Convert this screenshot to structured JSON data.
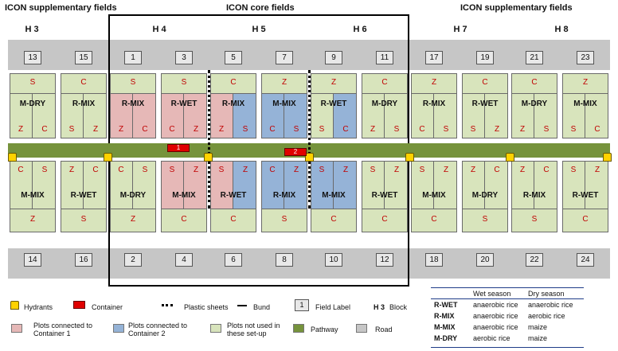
{
  "headers": {
    "left": "ICON supplementary fields",
    "center": "ICON core fields",
    "right": "ICON supplementary fields"
  },
  "blocks": [
    "H 3",
    "H 4",
    "H 5",
    "H 6",
    "H 7",
    "H 8"
  ],
  "fields_top": [
    "13",
    "15",
    "1",
    "3",
    "5",
    "7",
    "9",
    "11",
    "17",
    "19",
    "21",
    "23"
  ],
  "fields_bottom": [
    "14",
    "16",
    "2",
    "4",
    "6",
    "8",
    "10",
    "12",
    "18",
    "20",
    "22",
    "24"
  ],
  "plots_top": [
    {
      "field": "13",
      "treatment": "M-DRY",
      "top": "S",
      "bl": "Z",
      "br": "C",
      "left": "g",
      "right": "g"
    },
    {
      "field": "15",
      "treatment": "R-MIX",
      "top": "C",
      "bl": "S",
      "br": "Z",
      "left": "g",
      "right": "g"
    },
    {
      "field": "1",
      "treatment": "R-MIX",
      "top": "S",
      "bl": "Z",
      "br": "C",
      "left": "p",
      "right": "p"
    },
    {
      "field": "3",
      "treatment": "R-WET",
      "top": "S",
      "bl": "C",
      "br": "Z",
      "left": "p",
      "right": "p"
    },
    {
      "field": "5",
      "treatment": "R-MIX",
      "top": "C",
      "bl": "Z",
      "br": "S",
      "left": "p",
      "right": "b"
    },
    {
      "field": "7",
      "treatment": "M-MIX",
      "top": "Z",
      "bl": "C",
      "br": "S",
      "left": "b",
      "right": "b"
    },
    {
      "field": "9",
      "treatment": "R-WET",
      "top": "Z",
      "bl": "S",
      "br": "C",
      "left": "g",
      "right": "b"
    },
    {
      "field": "11",
      "treatment": "M-DRY",
      "top": "C",
      "bl": "Z",
      "br": "S",
      "left": "g",
      "right": "g"
    },
    {
      "field": "17",
      "treatment": "R-MIX",
      "top": "Z",
      "bl": "C",
      "br": "S",
      "left": "g",
      "right": "g"
    },
    {
      "field": "19",
      "treatment": "R-WET",
      "top": "C",
      "bl": "S",
      "br": "Z",
      "left": "g",
      "right": "g"
    },
    {
      "field": "21",
      "treatment": "M-DRY",
      "top": "C",
      "bl": "Z",
      "br": "S",
      "left": "g",
      "right": "g"
    },
    {
      "field": "23",
      "treatment": "M-MIX",
      "top": "Z",
      "bl": "S",
      "br": "C",
      "left": "g",
      "right": "g"
    }
  ],
  "plots_bottom": [
    {
      "field": "14",
      "treatment": "M-MIX",
      "tl": "C",
      "tr": "S",
      "bottom": "Z",
      "left": "g",
      "right": "g"
    },
    {
      "field": "16",
      "treatment": "R-WET",
      "tl": "Z",
      "tr": "C",
      "bottom": "S",
      "left": "g",
      "right": "g"
    },
    {
      "field": "2",
      "treatment": "M-DRY",
      "tl": "C",
      "tr": "S",
      "bottom": "Z",
      "left": "g",
      "right": "g"
    },
    {
      "field": "4",
      "treatment": "M-MIX",
      "tl": "S",
      "tr": "Z",
      "bottom": "C",
      "left": "p",
      "right": "p"
    },
    {
      "field": "6",
      "treatment": "R-WET",
      "tl": "S",
      "tr": "Z",
      "bottom": "C",
      "left": "p",
      "right": "b"
    },
    {
      "field": "8",
      "treatment": "R-MIX",
      "tl": "C",
      "tr": "Z",
      "bottom": "S",
      "left": "b",
      "right": "b"
    },
    {
      "field": "10",
      "treatment": "M-MIX",
      "tl": "S",
      "tr": "Z",
      "bottom": "C",
      "left": "b",
      "right": "b"
    },
    {
      "field": "12",
      "treatment": "R-WET",
      "tl": "S",
      "tr": "Z",
      "bottom": "C",
      "left": "g",
      "right": "g"
    },
    {
      "field": "18",
      "treatment": "M-MIX",
      "tl": "S",
      "tr": "Z",
      "bottom": "C",
      "left": "g",
      "right": "g"
    },
    {
      "field": "20",
      "treatment": "M-DRY",
      "tl": "Z",
      "tr": "C",
      "bottom": "S",
      "left": "g",
      "right": "g"
    },
    {
      "field": "22",
      "treatment": "R-MIX",
      "tl": "Z",
      "tr": "C",
      "bottom": "S",
      "left": "g",
      "right": "g"
    },
    {
      "field": "24",
      "treatment": "R-WET",
      "tl": "S",
      "tr": "Z",
      "bottom": "C",
      "left": "g",
      "right": "g"
    }
  ],
  "containers": [
    "1",
    "2"
  ],
  "colors": {
    "unused": "#d8e4bc",
    "container1": "#e6b8b7",
    "container2": "#95b3d7",
    "pathway": "#76933c",
    "road": "#c6c6c6",
    "letters": "#c00000"
  },
  "legend": {
    "hydrants": "Hydrants",
    "container": "Container",
    "plastic_sheets": "Plastic sheets",
    "bund": "Bund",
    "field_label_num": "1",
    "field_label": "Field Label",
    "block_code": "H 3",
    "block": "Block",
    "container1": "Plots connected to Container 1",
    "container2": "Plots connected to Container 2",
    "unused": "Plots not used in these set-up",
    "pathway": "Pathway",
    "road": "Road"
  },
  "season_table": {
    "headers": [
      "",
      "Wet season",
      "Dry season"
    ],
    "rows": [
      [
        "R-WET",
        "anaerobic rice",
        "anaerobic rice"
      ],
      [
        "R-MIX",
        "anaerobic rice",
        "aerobic rice"
      ],
      [
        "M-MIX",
        "anaerobic rice",
        "maize"
      ],
      [
        "M-DRY",
        "aerobic rice",
        "maize"
      ]
    ]
  }
}
